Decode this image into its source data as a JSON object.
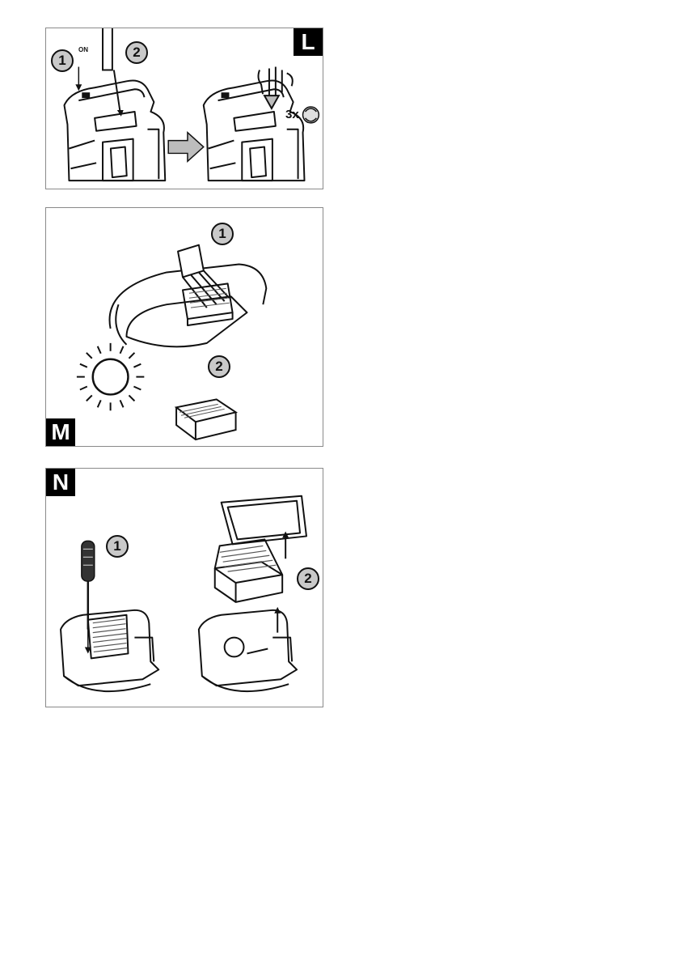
{
  "panels": {
    "L": {
      "letter": "L",
      "step1": "1",
      "step2": "2",
      "on_label": "ON",
      "repeat_label": "3x"
    },
    "M": {
      "letter": "M",
      "step1": "1",
      "step2": "2"
    },
    "N": {
      "letter": "N",
      "step1": "1",
      "step2": "2"
    }
  },
  "icons": [
    "arrow-right-icon",
    "sun-icon",
    "screwdriver-icon",
    "pointing-hand-icon",
    "rotate-icon",
    "arrow-up-icon"
  ],
  "colors": {
    "ink": "#111111",
    "badge_fill": "#c9c9c9",
    "frame": "#8a8a8a",
    "filter_gray": "#555555"
  }
}
